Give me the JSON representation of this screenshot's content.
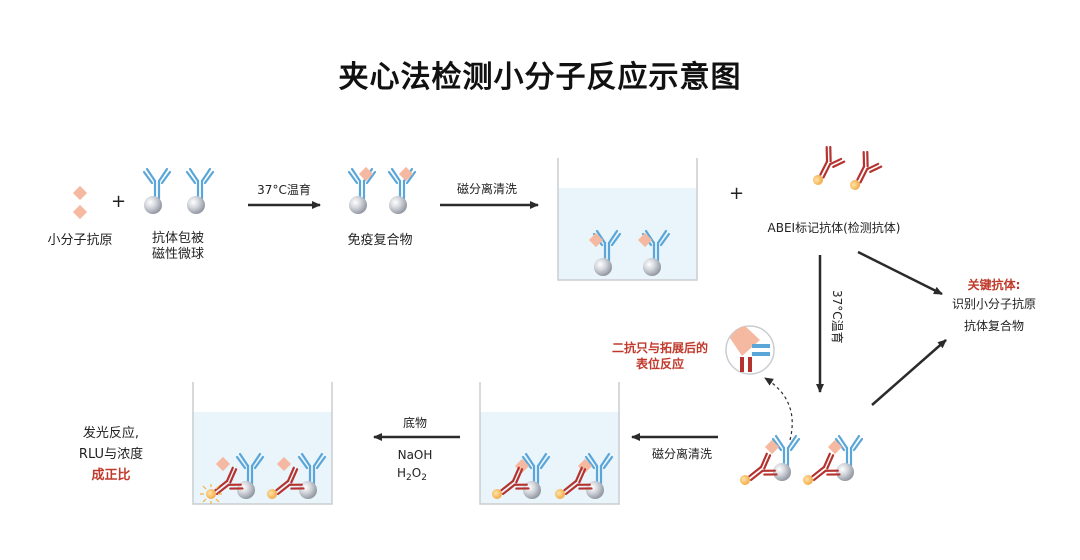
{
  "title": "夹心法检测小分子反应示意图",
  "labels": {
    "small_antigen": "小分子抗原",
    "coated_beads": [
      "抗体包被",
      "磁性微球"
    ],
    "step1": "37°C温育",
    "immune_complex": "免疫复合物",
    "wash1": "磁分离清洗",
    "abei_antibody": "ABEI标记抗体(检测抗体)",
    "step2": "37°C温育",
    "key_antibody": {
      "title": "关键抗体:",
      "lines": [
        "识别小分子抗原",
        "抗体复合物"
      ]
    },
    "epitope_note": [
      "二抗只与拓展后的",
      "表位反应"
    ],
    "wash2": "磁分离清洗",
    "reagents": {
      "substrate": "底物",
      "naoh": "NaOH",
      "h2o2_base": "H",
      "h2o2_sub1": "2",
      "h2o2_mid": "O",
      "h2o2_sub2": "2"
    },
    "result": {
      "lines": [
        "发光反应,",
        "RLU与浓度"
      ],
      "highlight": "成正比"
    },
    "plus": "+"
  },
  "colors": {
    "antigen": "#f4b9a0",
    "capture_antibody": "#5aa6d8",
    "detection_antibody": "#b5332f",
    "abei_label": "#f5b042",
    "bead": "#b8bcc4",
    "arrow": "#2b2b2b",
    "highlight_text": "#c0392b",
    "well_fill": "#eaf4fb"
  }
}
